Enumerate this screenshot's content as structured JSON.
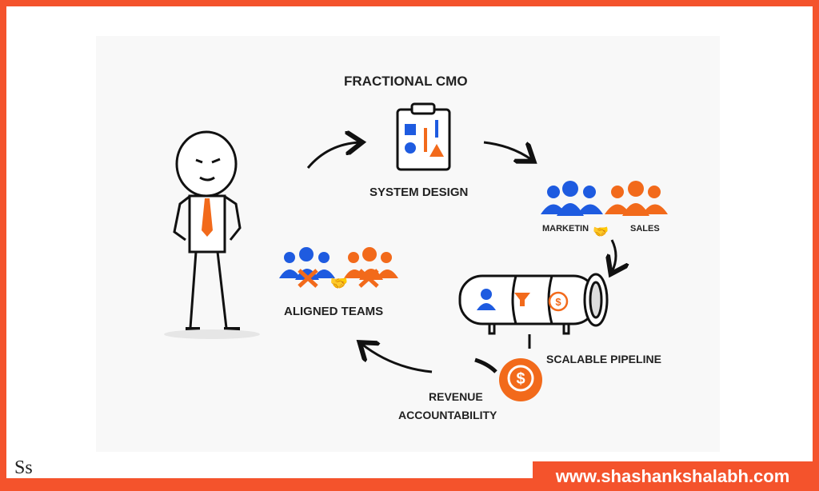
{
  "title": "FRACTIONAL CMO",
  "nodes": {
    "system_design": "SYSTEM DESIGN",
    "marketing": "MARKETIN",
    "sales": "SALES",
    "pipeline": "SCALABLE PIPELINE",
    "revenue_line1": "REVENUE",
    "revenue_line2": "ACCOUNTABILITY",
    "aligned": "ALIGNED TEAMS"
  },
  "footer": {
    "url": "www.shashankshalabh.com",
    "logo": "Ss"
  },
  "colors": {
    "accent": "#f4532c",
    "blue": "#1e5be0",
    "orange": "#f26a1b"
  }
}
